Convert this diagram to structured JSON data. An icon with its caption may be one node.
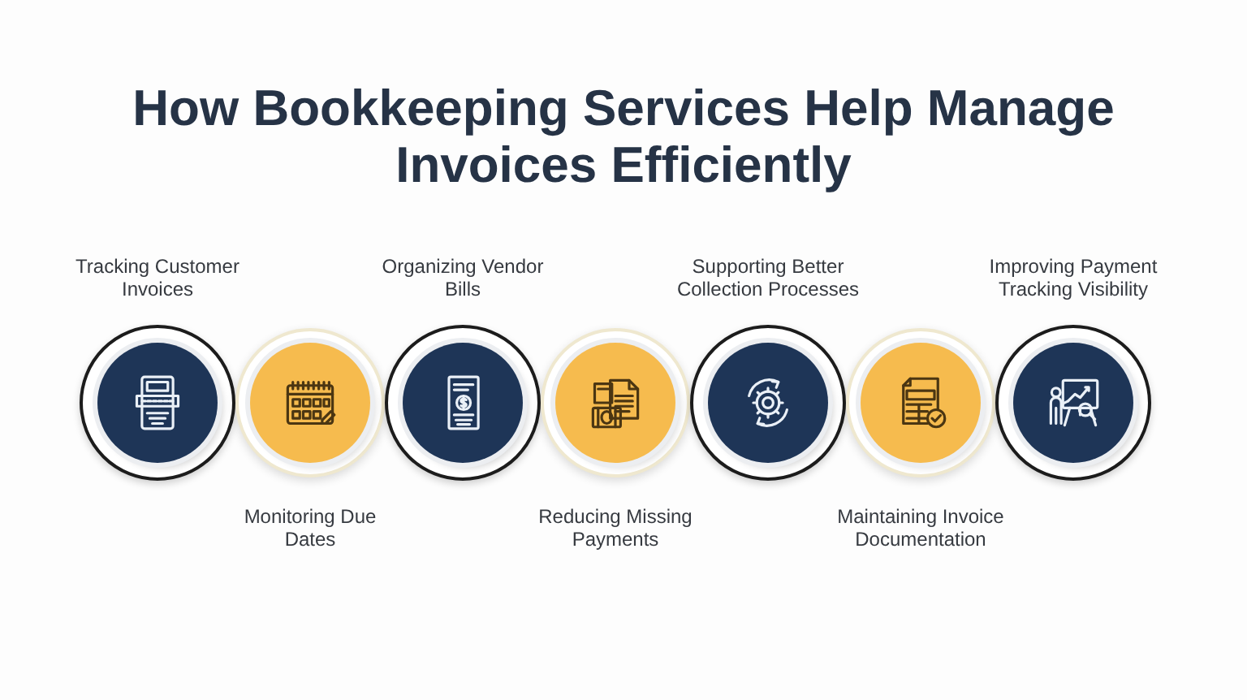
{
  "diagram": {
    "title": "How Bookkeeping Services Help Manage Invoices Efficiently",
    "nodes": [
      {
        "text": [
          "Tracking Customer Invoices"
        ]
      },
      {
        "text": [
          "Monitoring Due Dates"
        ]
      },
      {
        "text": [
          "Organizing Vendor Bills"
        ]
      },
      {
        "text": [
          "Reducing Missing Payments"
        ]
      },
      {
        "text": [
          "Supporting Better Collection Processes"
        ]
      },
      {
        "text": [
          "Maintaining Invoice Documentation"
        ]
      },
      {
        "text": [
          "Improving Payment Tracking Visibility"
        ]
      }
    ]
  }
}
